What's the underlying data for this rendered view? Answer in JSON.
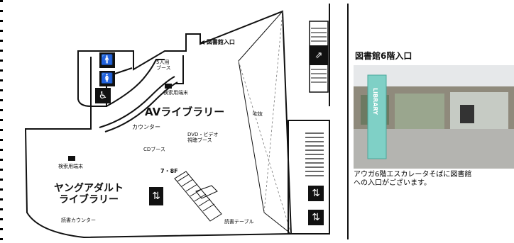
{
  "map": {
    "labels": {
      "library_entrance_arrow": "◀ 図書館入口",
      "group_booth": "5人用\nブース",
      "search_terminal_top": "検索用端末",
      "av_library": "AVライブラリー",
      "counter": "カウンター",
      "dvd_booth": "DVD・ビデオ\n視聴ブース",
      "cd_booth": "CDブース",
      "search_terminal_left": "検索用端末",
      "floor_7_8": "7・8F",
      "young_adult_library": "ヤングアダルト\nライブラリー",
      "reading_counter": "読書カウンター",
      "reading_table": "読書テーブル",
      "atrium": "吹抜"
    },
    "icons": [
      "restroom-icon",
      "restroom-icon",
      "accessible-restroom-icon",
      "escalator-icon",
      "elevator-icon",
      "elevator-icon",
      "elevator-icon"
    ]
  },
  "info": {
    "title": "図書館6階入口",
    "caption": "アウガ6階エスカレータそばに図書館\nへの入口がございます。",
    "photo_sign_text": "LIBRARY"
  }
}
